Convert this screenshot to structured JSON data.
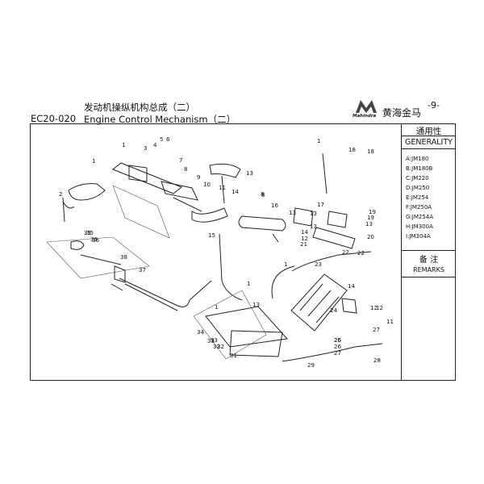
{
  "header": {
    "title_cn": "发动机操纵机构总成（二）",
    "code": "EC20-020",
    "title_en": "Engine Control Mechanism（二）",
    "page": "-9-",
    "logo_text": "Mahindra",
    "brand_cn": "黄海金马"
  },
  "generality": {
    "title_cn": "通用性",
    "title_en": "GENERALITY",
    "items": [
      "A:JM180",
      "B:JM180B",
      "C:JM220",
      "D:JM250",
      "E:JM254",
      "F:JM250A",
      "G:JM254A",
      "H:JM300A",
      "I:JM304A"
    ]
  },
  "remarks": {
    "title_cn": "备 注",
    "title_en": "REMARKS"
  },
  "callouts": [
    "1",
    "2",
    "3",
    "4",
    "5",
    "6",
    "7",
    "8",
    "9",
    "10",
    "11",
    "12",
    "13",
    "14",
    "15",
    "16",
    "17",
    "18",
    "19",
    "20",
    "21",
    "22",
    "23",
    "24",
    "25",
    "26",
    "27",
    "28",
    "29",
    "31",
    "32",
    "33",
    "34",
    "35",
    "36",
    "37",
    "38",
    "1",
    "8",
    "13",
    "13",
    "1",
    "14",
    "12",
    "13",
    "1",
    "18",
    "13",
    "19",
    "1",
    "13",
    "26",
    "14",
    "12",
    "11",
    "27",
    "22",
    "33",
    "32",
    "35",
    "36",
    "1",
    "8"
  ]
}
